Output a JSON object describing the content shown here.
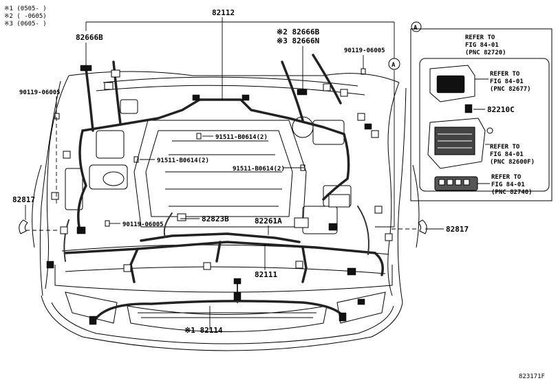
{
  "notes": [
    "※1 (0505-      )",
    "※2 (      -0605)",
    "※3 (0605-      )"
  ],
  "labels": {
    "p82112": "82112",
    "p82666B_left": "82666B",
    "p82666B_right": "※2 82666B",
    "p82666N": "※3 82666N",
    "p90119_06005_top": "90119-06005",
    "p90119_06005_left": "90119-06005",
    "p90119_06005_mid": "90119-06005",
    "p91511_a": "91511-B0614(2)",
    "p91511_b": "91511-B0614(2)",
    "p91511_c": "91511-B0614(2)",
    "p82817_left": "82817",
    "p82817_right": "82817",
    "p82823B": "82823B",
    "p82261A": "82261A",
    "p82111": "82111",
    "p82114": "※1 82114",
    "p82210C": "82210C",
    "callout_A": "A",
    "figure_code": "823171F"
  },
  "inset": {
    "tag": "A",
    "refs": [
      {
        "line1": "REFER TO",
        "line2": "FIG 84-01",
        "line3": "(PNC 82720)"
      },
      {
        "line1": "REFER TO",
        "line2": "FIG 84-01",
        "line3": "(PNC 82677)"
      },
      {
        "line1": "REFER TO",
        "line2": "FIG 84-01",
        "line3": "(PNC 82600F)"
      },
      {
        "line1": "REFER TO",
        "line2": "FIG 84-01",
        "line3": "(PNC 82740)"
      }
    ]
  }
}
